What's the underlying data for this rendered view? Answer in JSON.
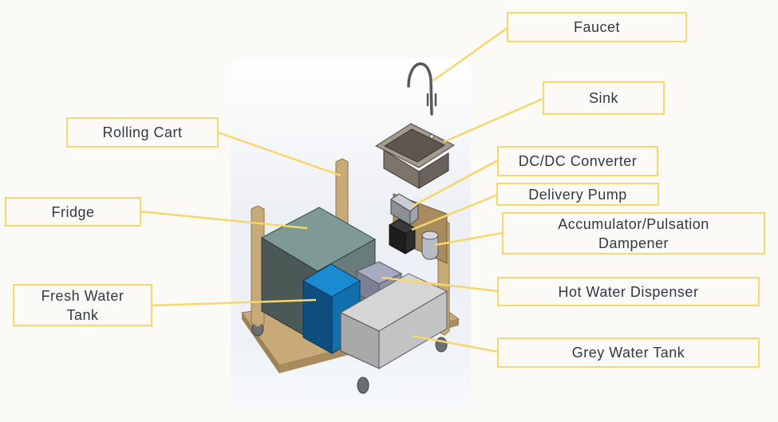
{
  "diagram": {
    "title": "Mobile sink cart exploded view",
    "accent_color": "#f7d66b",
    "text_color": "#2f3a46",
    "labels": {
      "faucet": "Faucet",
      "sink": "Sink",
      "rolling_cart": "Rolling Cart",
      "dc_dc_converter": "DC/DC Converter",
      "delivery_pump": "Delivery Pump",
      "fridge": "Fridge",
      "accumulator": "Accumulator/Pulsation\nDampener",
      "fresh_water_tank": "Fresh Water\nTank",
      "hot_water_dispenser": "Hot Water Dispenser",
      "grey_water_tank": "Grey Water Tank"
    },
    "component_colors": {
      "fridge": "#7a9692",
      "fresh_water_tank": "#1580c4",
      "hot_water_dispenser": "#a9aec4",
      "grey_water_tank": "#c9c9c9",
      "sink": "#7a726a",
      "wood": "#c8aa78"
    }
  }
}
